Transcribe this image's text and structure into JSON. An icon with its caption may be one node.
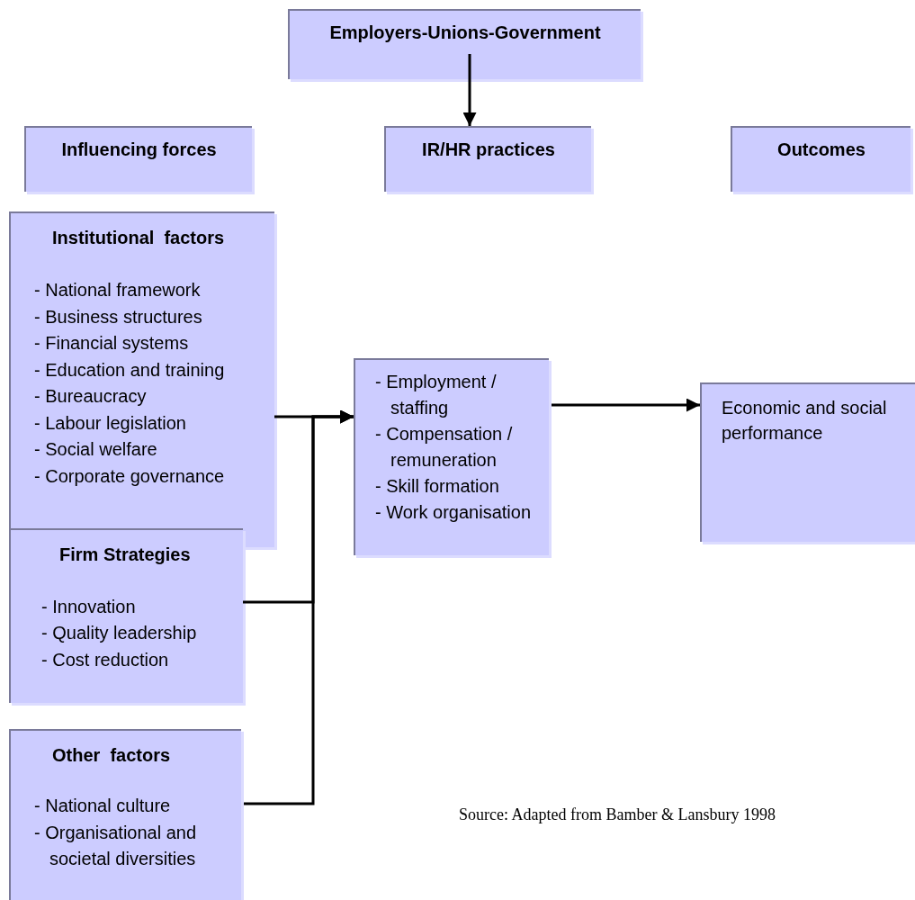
{
  "diagram": {
    "nodes": [
      {
        "text": [
          "Employers-Unions-Government"
        ]
      },
      {
        "text": [
          "Influencing forces"
        ]
      },
      {
        "text": [
          "IR/HR practices"
        ]
      },
      {
        "text": [
          "Outcomes"
        ]
      },
      {
        "text": [
          "Institutional  factors",
          "- National framework",
          "- Business structures",
          "- Financial systems",
          "- Education and training",
          "- Bureaucracy",
          "- Labour legislation",
          "- Social welfare",
          "- Corporate governance"
        ]
      },
      {
        "text": [
          "Firm Strategies",
          "- Innovation",
          "- Quality leadership",
          "- Cost reduction"
        ]
      },
      {
        "text": [
          "Other  factors",
          "- National culture",
          "- Organisational and societal diversities"
        ]
      },
      {
        "text": [
          "- Employment / staffing",
          "- Compensation / remuneration",
          "- Skill formation",
          "- Work organisation"
        ]
      },
      {
        "text": [
          "Economic and social performance"
        ]
      }
    ],
    "edges": [
      {
        "from": 0,
        "to": 2,
        "arrow": "to"
      },
      {
        "from": 4,
        "to": 7,
        "arrow": "to"
      },
      {
        "from": 5,
        "to": 7,
        "arrow": "to"
      },
      {
        "from": 6,
        "to": 7,
        "arrow": "to"
      },
      {
        "from": 7,
        "to": 8,
        "arrow": "to"
      }
    ],
    "labels": [
      "Source: Adapted from Bamber & Lansbury 1998"
    ]
  }
}
